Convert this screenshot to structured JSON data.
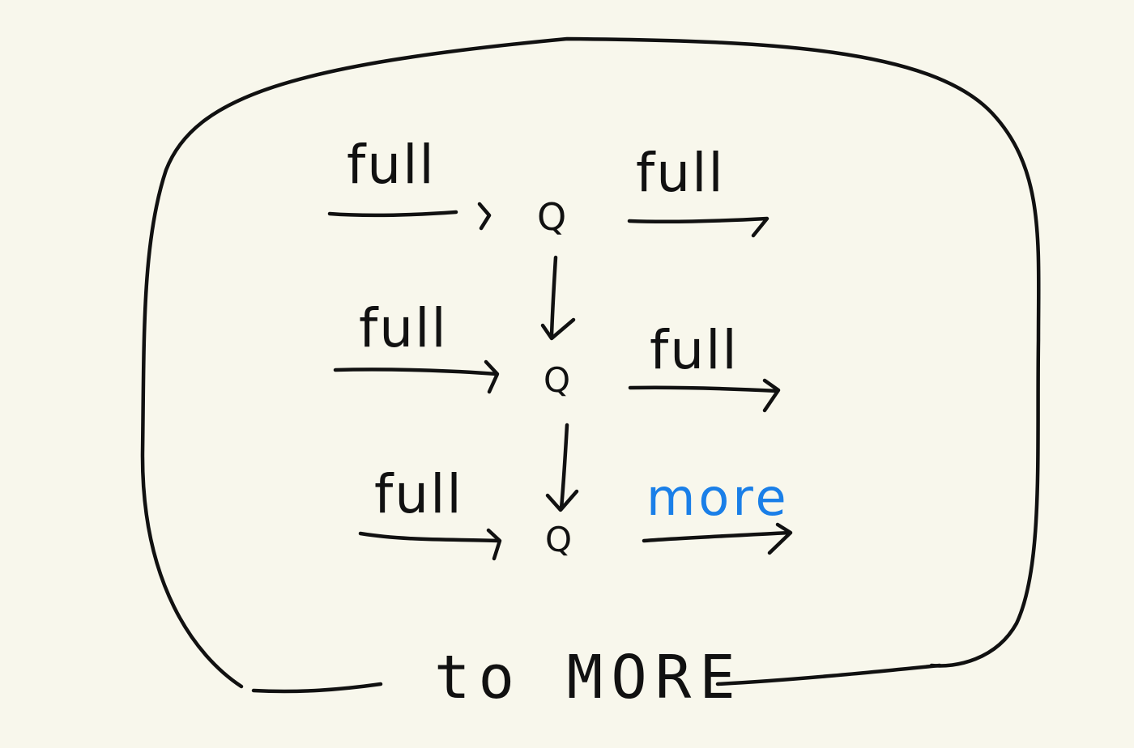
{
  "diagram": {
    "colors": {
      "background": "#f8f7ec",
      "ink": "#111111",
      "highlight": "#1a7fe8"
    },
    "rows": [
      {
        "in_label": "full",
        "node": "Q",
        "out_label": "full"
      },
      {
        "in_label": "full",
        "node": "Q",
        "out_label": "full"
      },
      {
        "in_label": "full",
        "node": "Q",
        "out_label": "more"
      }
    ],
    "bottom_label": "to MORE"
  }
}
